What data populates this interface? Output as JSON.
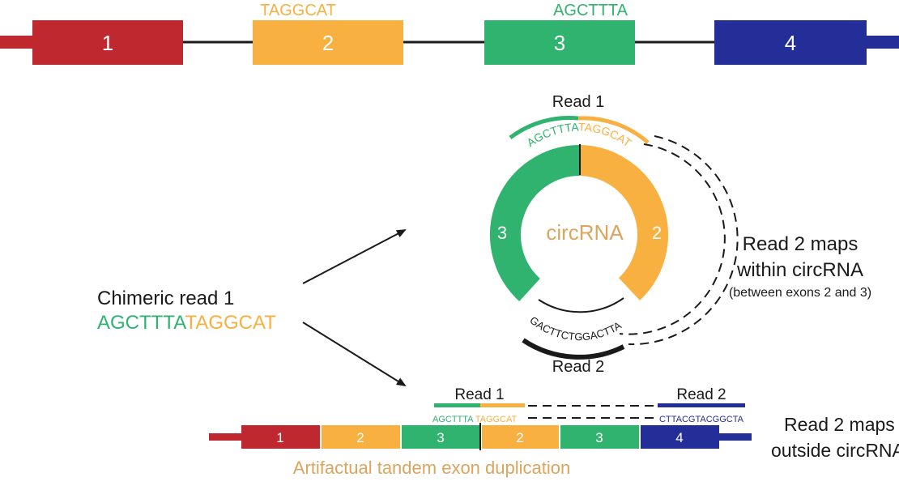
{
  "colors": {
    "red": "#c0282f",
    "orange": "#f8b040",
    "green": "#2fb36e",
    "blue": "#232e98",
    "label_orange": "#dca45c",
    "black": "#1a1a1a"
  },
  "top_gene": {
    "exons": [
      {
        "label": "1",
        "color": "red"
      },
      {
        "label": "2",
        "color": "orange"
      },
      {
        "label": "3",
        "color": "green"
      },
      {
        "label": "4",
        "color": "blue"
      }
    ],
    "seq_exon2": "TAGGCAT",
    "seq_exon3": "AGCTTTA"
  },
  "circ": {
    "center_label": "circRNA",
    "exon3_label": "3",
    "exon2_label": "2",
    "read1_label": "Read 1",
    "read1_seq_green": "AGCTTTA",
    "read1_seq_orange": "TAGGCAT",
    "read2_label": "Read 2",
    "read2_seq": "GACTTCTGGACTTA",
    "note_line1": "Read 2 maps",
    "note_line2": "within circRNA",
    "note_line3": "(between exons 2 and 3)"
  },
  "chimeric": {
    "title": "Chimeric read 1",
    "seq_green": "AGCTTTA",
    "seq_orange": "TAGGCAT"
  },
  "tandem": {
    "exons": [
      {
        "label": "1",
        "color": "red"
      },
      {
        "label": "2",
        "color": "orange"
      },
      {
        "label": "3",
        "color": "green"
      },
      {
        "label": "2",
        "color": "orange"
      },
      {
        "label": "3",
        "color": "green"
      },
      {
        "label": "4",
        "color": "blue"
      }
    ],
    "read1_label": "Read 1",
    "read1_seq_green": "AGCTTTA",
    "read1_seq_orange": "TAGGCAT",
    "read2_label": "Read 2",
    "read2_seq": "CTTACGTACGGCTA",
    "caption": "Artifactual tandem exon duplication",
    "note_line1": "Read 2 maps",
    "note_line2": "outside circRNA"
  }
}
